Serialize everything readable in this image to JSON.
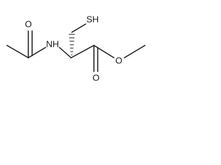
{
  "molecule": {
    "atoms": {
      "thiol": "SH",
      "amide_oxygen": "O",
      "amide_nitrogen": "NH",
      "ester_oxygen_single": "O",
      "ester_oxygen_double": "O"
    }
  }
}
